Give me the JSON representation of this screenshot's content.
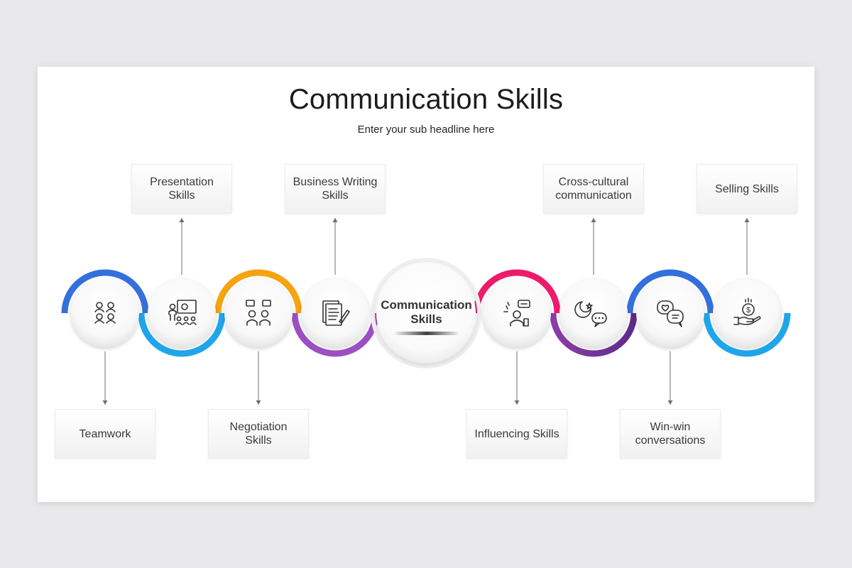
{
  "title": "Communication Skills",
  "subtitle": "Enter your sub headline here",
  "center": {
    "label": "Communication Skills"
  },
  "nodes": [
    {
      "label": "Teamwork",
      "icon": "teamwork-icon",
      "color": "#3470dc",
      "color2": "#3470dc",
      "arc": "top",
      "box": "bottom"
    },
    {
      "label": "Presentation Skills",
      "icon": "presentation-icon",
      "color": "#1ea6ea",
      "color2": "#1ea6ea",
      "arc": "bottom",
      "box": "top"
    },
    {
      "label": "Negotiation Skills",
      "icon": "negotiation-icon",
      "color": "#f7a20f",
      "color2": "#f7a20f",
      "arc": "top",
      "box": "bottom"
    },
    {
      "label": "Business Writing Skills",
      "icon": "business-writing-icon",
      "color": "#9c4fc4",
      "color2": "#9c4fc4",
      "arc": "bottom",
      "box": "top"
    },
    {
      "label": "Influencing Skills",
      "icon": "influencing-icon",
      "color": "#ee1a6c",
      "color2": "#ee1a6c",
      "arc": "top",
      "box": "bottom"
    },
    {
      "label": "Cross-cultural communication",
      "icon": "cross-cultural-icon",
      "color": "#8b3fa8",
      "color2": "#5e2a8a",
      "arc": "bottom",
      "box": "top"
    },
    {
      "label": "Win-win conversations",
      "icon": "win-win-icon",
      "color": "#3470dc",
      "color2": "#3470dc",
      "arc": "top",
      "box": "bottom"
    },
    {
      "label": "Selling Skills",
      "icon": "selling-icon",
      "color": "#1ea6ea",
      "color2": "#1ea6ea",
      "arc": "bottom",
      "box": "top"
    }
  ],
  "colors": {
    "icon_stroke": "#333333",
    "connector": "#6f6f6f"
  }
}
